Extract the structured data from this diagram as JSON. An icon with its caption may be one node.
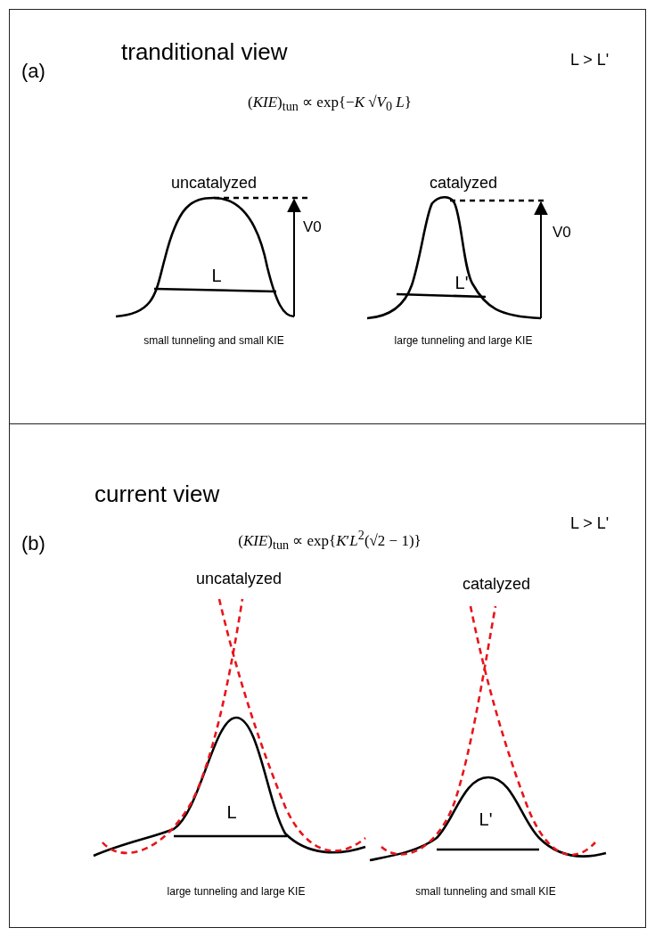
{
  "diagram": {
    "nodes": [
      {
        "text": [
          "tranditional view"
        ]
      },
      {
        "text": [
          "current view"
        ]
      }
    ],
    "labels": [
      "(a)",
      "(*KIE*)$_{tun}$ ∝ exp{−*K* √*V*$_{0}$ *L*}",
      "L > L'",
      "uncatalyzed",
      "catalyzed",
      "V0",
      "L",
      "V0",
      "L'",
      "small tunneling and small KIE",
      "large tunneling and large KIE",
      "L > L'",
      "(b)",
      "(*KIE*)$_{tun}$ ∝ exp{*K*′*L*$^{2}$(√2 − 1)}",
      "uncatalyzed",
      "catalyzed",
      "L",
      "L'",
      "large tunneling and large KIE",
      "small tunneling and small KIE"
    ]
  }
}
